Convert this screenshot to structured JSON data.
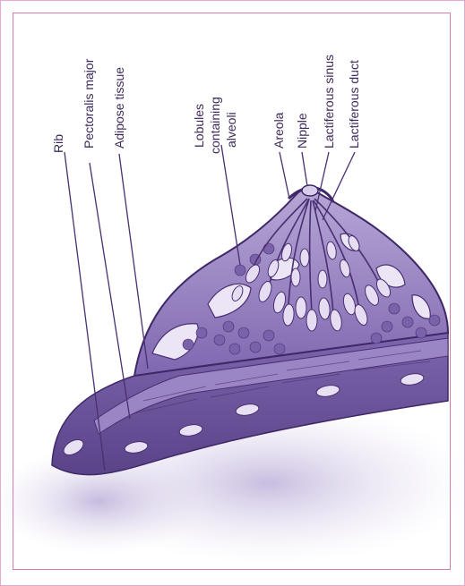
{
  "labels": {
    "rib": "Rib",
    "pectoralis": "Pectoralis major",
    "adipose": "Adipose tissue",
    "lobules_1": "Lobules",
    "lobules_2": "containing",
    "lobules_3": "alveoli",
    "areola": "Areola",
    "nipple": "Nipple",
    "sinus": "Lactiferous sinus",
    "duct": "Lactiferous duct"
  },
  "colors": {
    "line": "#4a2f72",
    "tissue_dark": "#6a4f9a",
    "tissue_mid": "#8e78bb",
    "tissue_light": "#cfc3e3",
    "frame": "#d57ba7"
  }
}
